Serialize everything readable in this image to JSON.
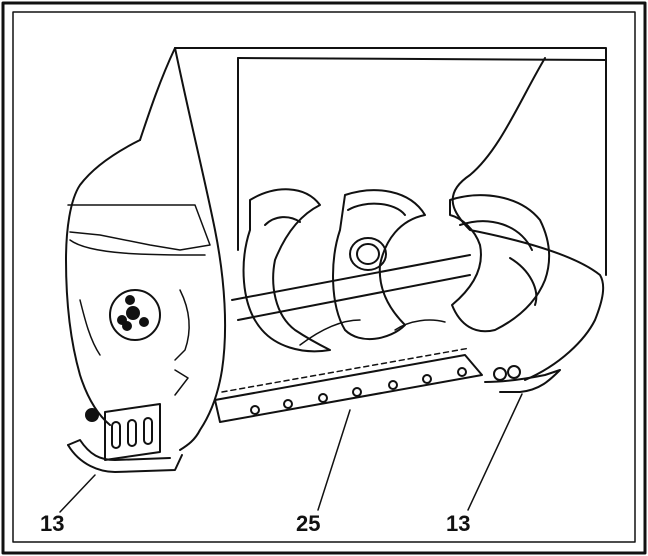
{
  "figure": {
    "description_labels": {
      "left_part": "13",
      "middle_part": "25",
      "right_part": "13"
    },
    "line_color": "#111111",
    "background_color": "#ffffff"
  }
}
